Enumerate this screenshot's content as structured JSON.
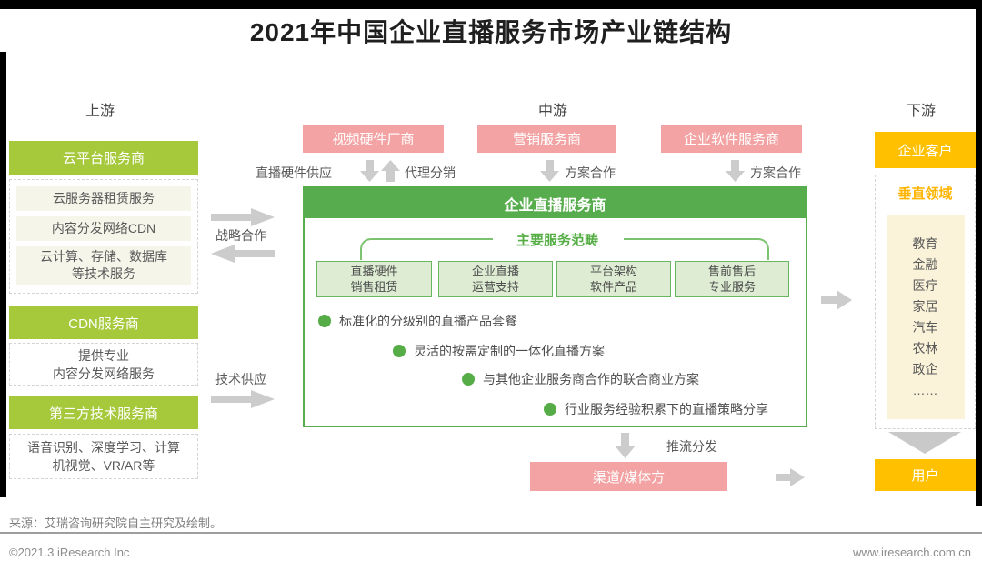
{
  "title": "2021年中国企业直播服务市场产业链结构",
  "section_headers": {
    "upstream": "上游",
    "midstream": "中游",
    "downstream": "下游"
  },
  "upstream": {
    "cloud": {
      "header": "云平台服务商",
      "items": [
        "云服务器租赁服务",
        "内容分发网络CDN",
        "云计算、存储、数据库\n等技术服务"
      ]
    },
    "cdn": {
      "header": "CDN服务商",
      "item": "提供专业\n内容分发网络服务"
    },
    "third_party": {
      "header": "第三方技术服务商",
      "item": "语音识别、深度学习、计算\n机视觉、VR/AR等"
    },
    "arrow_labels": {
      "strategic": "战略合作",
      "tech_supply": "技术供应"
    }
  },
  "midstream": {
    "suppliers": [
      {
        "label": "视频硬件厂商"
      },
      {
        "label": "营销服务商"
      },
      {
        "label": "企业软件服务商"
      }
    ],
    "flow_labels": {
      "hardware_supply": "直播硬件供应",
      "agency": "代理分销",
      "solution_marketing": "方案合作",
      "solution_software": "方案合作"
    },
    "core": {
      "header": "企业直播服务商",
      "scope_title": "主要服务范畴",
      "services": [
        "直播硬件\n销售租赁",
        "企业直播\n运营支持",
        "平台架构\n软件产品",
        "售前售后\n专业服务"
      ],
      "bullets": [
        "标准化的分级别的直播产品套餐",
        "灵活的按需定制的一体化直播方案",
        "与其他企业服务商合作的联合商业方案",
        "行业服务经验积累下的直播策略分享"
      ]
    },
    "push_label": "推流分发",
    "channel": "渠道/媒体方"
  },
  "downstream": {
    "customer": "企业客户",
    "vertical_title": "垂直领域",
    "verticals": [
      "教育",
      "金融",
      "医疗",
      "家居",
      "汽车",
      "农林",
      "政企",
      "……"
    ],
    "user": "用户"
  },
  "footer": {
    "source": "来源：艾瑞咨询研究院自主研究及绘制。",
    "copyright": "©2021.3 iResearch Inc",
    "website": "www.iresearch.com.cn"
  },
  "colors": {
    "upstream_green": "#a6c93c",
    "core_green": "#57ad4d",
    "service_fill": "#ddecd2",
    "pink": "#f3a3a3",
    "gold": "#ffc000",
    "vertical_gold_text": "#ffb400",
    "cream": "#f5f5ea",
    "vertical_cream": "#faf3da",
    "arrow_gray": "#cccccc"
  }
}
